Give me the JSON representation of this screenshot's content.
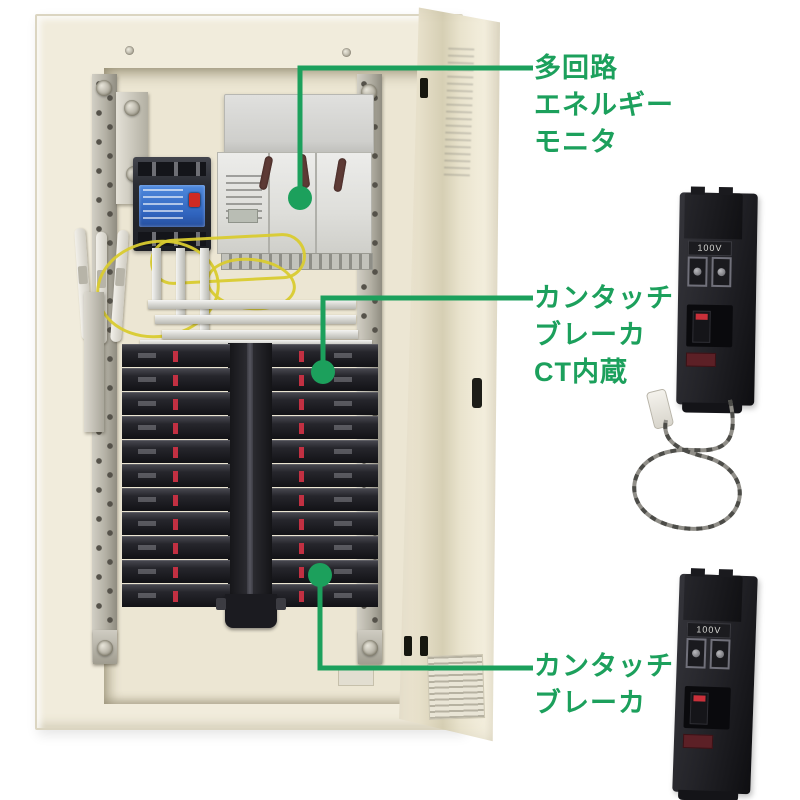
{
  "colors": {
    "annotation_green": "#1ca05c",
    "cabinet_cream": "#f1ecdc",
    "breaker_black": "#232328",
    "red_mark": "#c23042",
    "yellow_wire": "#d9cb2f",
    "mccb_blue": "#2f63bd"
  },
  "annotations": [
    {
      "id": "energy-monitor",
      "lines": [
        "多回路",
        "エネルギー",
        "モニタ"
      ]
    },
    {
      "id": "ct-breaker",
      "lines": [
        "カンタッチ",
        "ブレーカ",
        "CT内蔵"
      ]
    },
    {
      "id": "breaker",
      "lines": [
        "カンタッチ",
        "ブレーカ"
      ]
    }
  ],
  "products": [
    {
      "id": "kantouch-breaker-ct",
      "voltage_label": "100V"
    },
    {
      "id": "kantouch-breaker",
      "voltage_label": "100V"
    }
  ]
}
